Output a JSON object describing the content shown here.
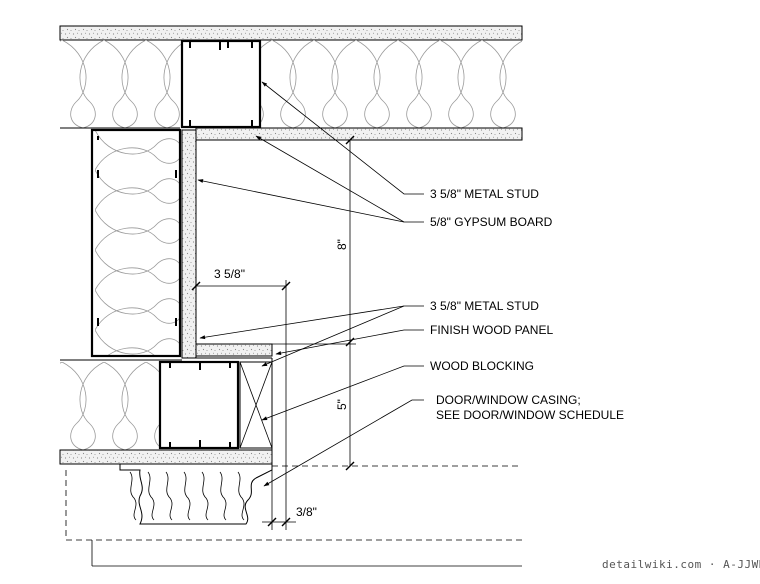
{
  "labels": {
    "metal_stud_upper": "3 5/8\" METAL STUD",
    "gypsum_board": "5/8\" GYPSUM BOARD",
    "metal_stud_lower": "3 5/8\" METAL STUD",
    "finish_wood_panel": "FINISH WOOD PANEL",
    "wood_blocking": "WOOD BLOCKING",
    "casing_line1": "DOOR/WINDOW CASING;",
    "casing_line2": "SEE DOOR/WINDOW SCHEDULE"
  },
  "dimensions": {
    "stud_width": "3 5/8\"",
    "vertical_upper": "8\"",
    "vertical_lower": "5\"",
    "casing_offset": "3/8\""
  },
  "watermark": "detailwiki.com · A-JJWRY"
}
